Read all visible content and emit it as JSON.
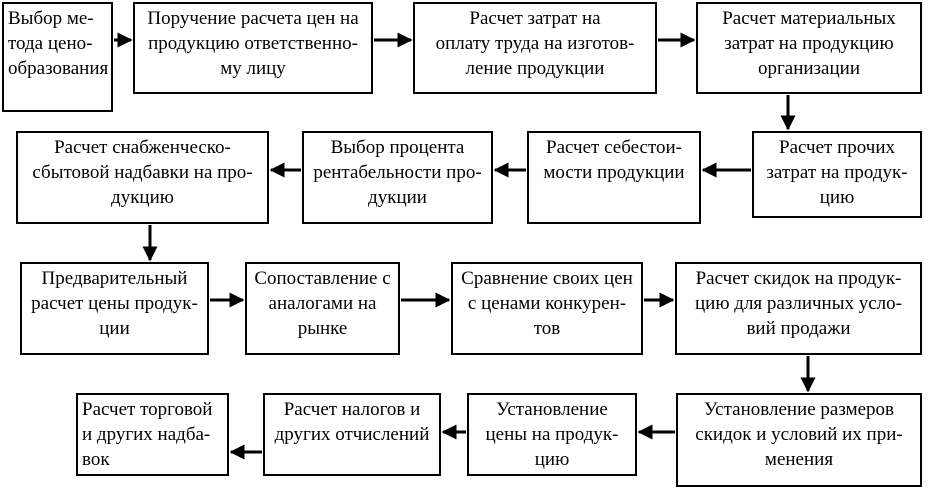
{
  "steps": [
    "Выбор ме-\nтода цено-\nобразования",
    "Поручение расчета цен на\nпродукцию ответственно-\nму лицу",
    "Расчет затрат на\nоплату труда на изготов-\nление продукции",
    "Расчет материальных\nзатрат на продукцию\nорганизации",
    "Расчет прочих\nзатрат на продук-\nцию",
    "Расчет себестои-\nмости продукции",
    "Выбор процента\nрентабельности про-\nдукции",
    "Расчет снабженческо-\nсбытовой надбавки на про-\nдукцию",
    "Предварительный\nрасчет цены продук-\nции",
    "Сопоставление с\nаналогами на\nрынке",
    "Сравнение своих цен\nс ценами конкурен-\nтов",
    "Расчет скидок на продук-\nцию для различных усло-\nвий продажи",
    "Установление размеров\nскидок и условий их при-\nменения",
    "Установление\nцены на продук-\nцию",
    "Расчет налогов и\nдругих отчислений",
    "Расчет торговой\nи других надба-\nвок"
  ]
}
